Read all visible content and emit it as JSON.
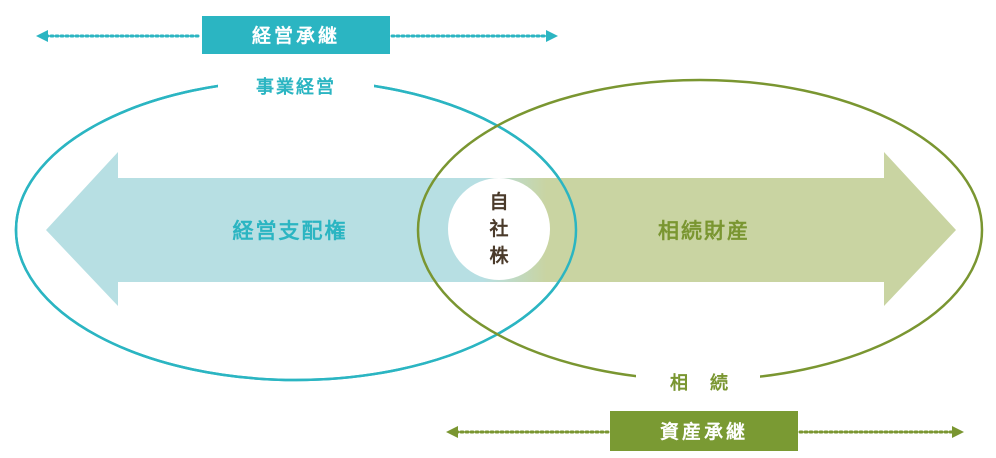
{
  "colors": {
    "teal": "#2bb5c2",
    "teal_light": "#b7dfe3",
    "olive": "#7a9631",
    "olive_light": "#c9d4a2",
    "olive_box": "#7a9a33",
    "center_text": "#4a3a2a"
  },
  "top": {
    "box_label": "経営承継",
    "arc_label": "事業経営"
  },
  "bottom": {
    "box_label": "資産承継",
    "arc_label": "相　続"
  },
  "left_arrow_label": "経営支配権",
  "right_arrow_label": "相続財産",
  "center": {
    "line1": "自",
    "line2": "社",
    "line3": "株"
  }
}
